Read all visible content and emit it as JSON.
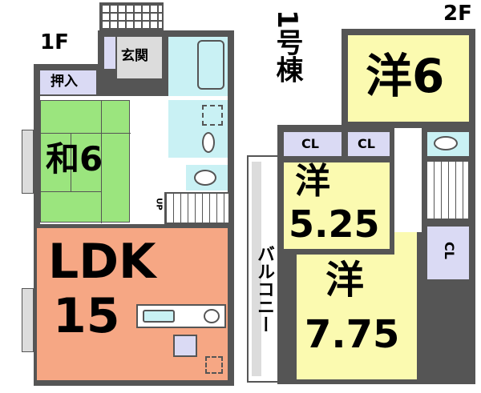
{
  "building_label": "1号棟",
  "floor1": {
    "floor_label": "1F",
    "rooms": {
      "entrance": "玄関",
      "closet": "押入",
      "japanese_room": "和6",
      "ldk_name": "LDK",
      "ldk_size": "15"
    },
    "stairs_label": "UP"
  },
  "floor2": {
    "floor_label": "2F",
    "rooms": {
      "western_6": "洋6",
      "closet_a": "CL",
      "closet_b": "CL",
      "western_525_name": "洋",
      "western_525_size": "5.25",
      "western_775_name": "洋",
      "western_775_size": "7.75",
      "closet_c": "CL",
      "balcony": "バルコニー"
    }
  },
  "colors": {
    "japanese_room": "#9be57e",
    "ldk": "#f6a784",
    "western_rooms": "#fbfab0",
    "wet_areas": "#c9f1f4",
    "closets": "#dadaf4",
    "walls": "#555555"
  }
}
